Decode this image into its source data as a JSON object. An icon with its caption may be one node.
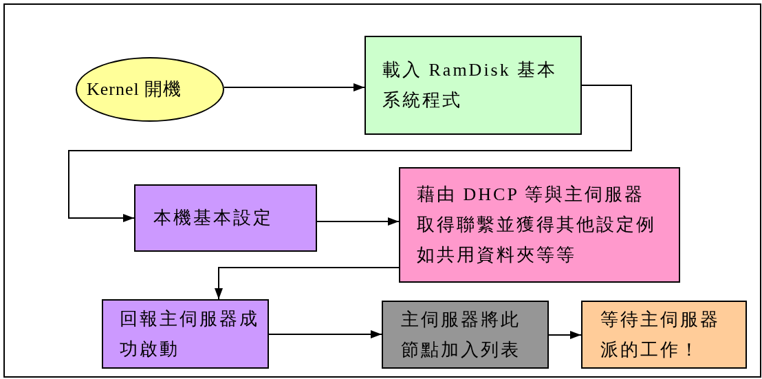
{
  "diagram": {
    "nodes": [
      {
        "text": [
          "Kernel 開機"
        ]
      },
      {
        "text": [
          "載入 RamDisk 基本系統程式"
        ]
      },
      {
        "text": [
          "本機基本設定"
        ]
      },
      {
        "text": [
          "藉由 DHCP 等與主伺服器取得聯繫並獲得其他設定例如共用資料夾等等"
        ]
      },
      {
        "text": [
          "回報主伺服器成功啟動"
        ]
      },
      {
        "text": [
          "主伺服器將此節點加入列表"
        ]
      },
      {
        "text": [
          "等待主伺服器派的工作！"
        ]
      }
    ],
    "edges": [
      {
        "from": 0,
        "to": 1,
        "arrow": "to"
      },
      {
        "from": 1,
        "to": 2,
        "arrow": "to"
      },
      {
        "from": 2,
        "to": 3,
        "arrow": "to"
      },
      {
        "from": 3,
        "to": 4,
        "arrow": "to"
      },
      {
        "from": 4,
        "to": 5,
        "arrow": "to"
      },
      {
        "from": 5,
        "to": 6,
        "arrow": "to"
      }
    ]
  }
}
